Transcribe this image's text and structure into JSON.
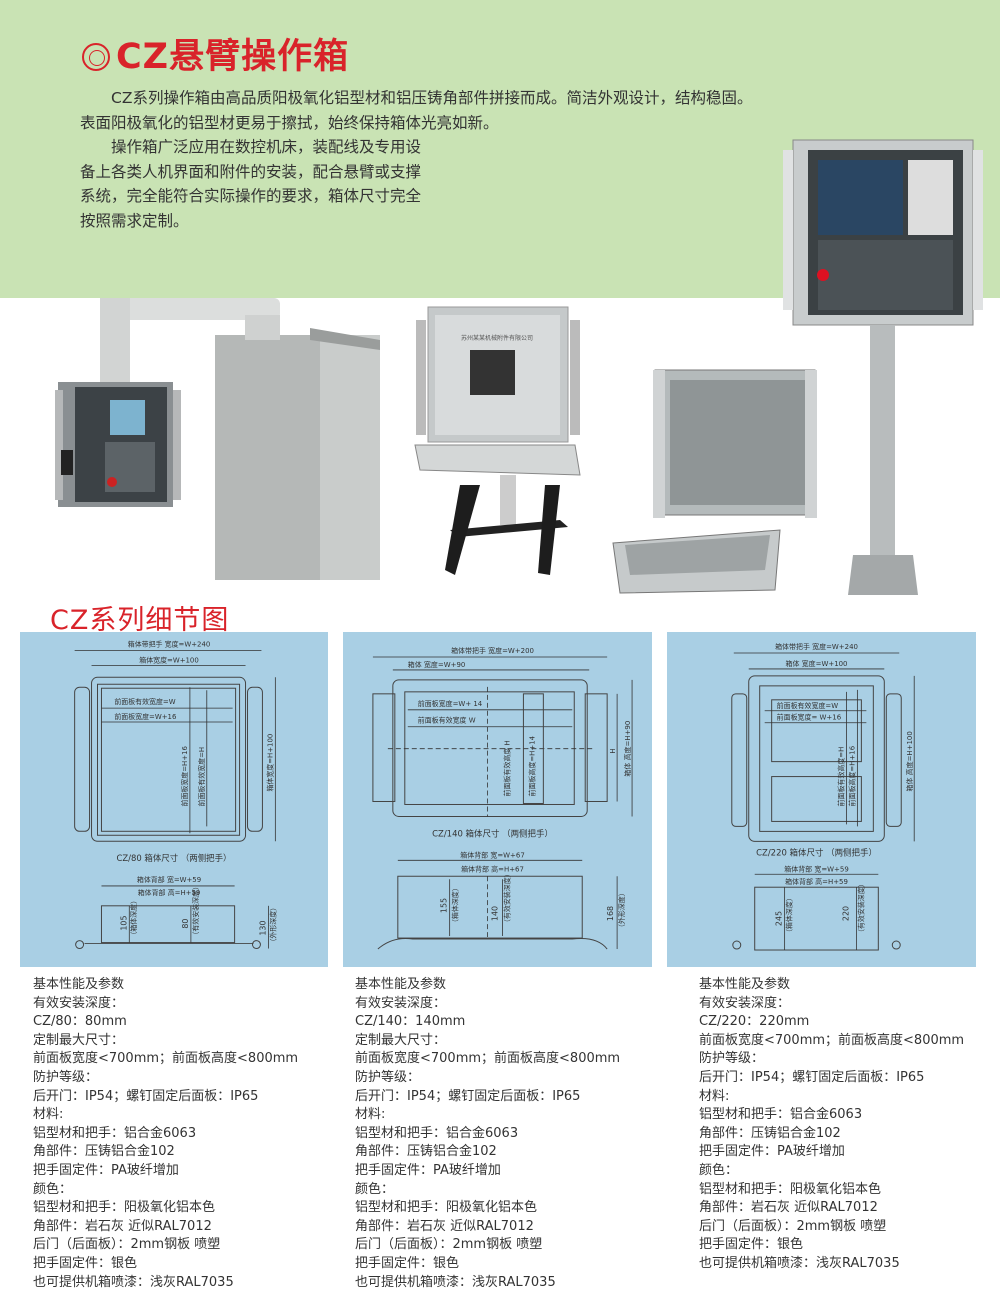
{
  "header": {
    "title": "CZ悬臂操作箱",
    "intro": [
      "CZ系列操作箱由高品质阳极氧化铝型材和铝压铸角部件拼接而成。简洁外观设计，结构稳固。",
      "表面阳极氧化的铝型材更易于擦拭，始终保持箱体光亮如新。",
      "操作箱广泛应用在数控机床，装配线及专用设",
      "备上各类人机界面和附件的安装，配合悬臂或支撑",
      "系统，完全能符合实际操作的要求，箱体尺寸完全",
      "按照需求定制。"
    ]
  },
  "photo_text": {
    "plate": "苏州某某机械附件有限公司"
  },
  "section_title": "CZ系列细节图",
  "diagrams": [
    {
      "w_handle": "箱体带把手 宽度=W+240",
      "w_box": "箱体宽度=W+100",
      "w_eff": "前面板有效宽度=W",
      "w_panel": "前面板宽度=W+16",
      "h_panel": "前面板宽度=H+16",
      "h_eff": "前面板有效宽度=H",
      "h_box": "箱体宽度=H+100",
      "caption": "CZ/80 箱体尺寸 （两侧把手）",
      "back_w": "箱体背部 宽=W+59",
      "back_h": "箱体背部 高=H+59",
      "d1": "105",
      "d1_label": "（箱体深度）",
      "d2": "80",
      "d2_label": "（有效安装深度）",
      "d3": "130",
      "d3_label": "（外形深度）"
    },
    {
      "w_handle": "箱体带把手 宽度=W+200",
      "w_box": "箱体 宽度=W+90",
      "w_panel": "前面板宽度=W+ 14",
      "w_eff": "前面板有效宽度 W",
      "h_eff": "前面板有效高度 H",
      "h_panel": "前面板高度=H+14",
      "h": "H",
      "h_box": "箱体 高度=H+90",
      "caption": "CZ/140 箱体尺寸 （两侧把手）",
      "back_w": "箱体背部 宽=W+67",
      "back_h": "箱体背部 高=H+67",
      "d1": "155",
      "d1_label": "（箱体深度）",
      "d2": "140",
      "d2_label": "（有效安装深度）",
      "d3": "168",
      "d3_label": "（外形深度）"
    },
    {
      "w_handle": "箱体带把手 宽度=W+240",
      "w_box": "箱体 宽度=W+100",
      "w_eff": "前面板有效宽度=W",
      "w_panel": "前面板宽度= W+16",
      "h_eff": "前面板有效高度=H",
      "h_panel": "前面板高度=H+16",
      "h_box": "箱体 高度=H+100",
      "caption": "CZ/220 箱体尺寸 （两侧把手）",
      "back_w": "箱体背部 宽=W+59",
      "back_h": "箱体背部 高=H+59",
      "d1": "245",
      "d1_label": "（箱体深度）",
      "d2": "220",
      "d2_label": "（有效安装深度）"
    }
  ],
  "specs": [
    [
      "基本性能及参数",
      "有效安装深度：",
      "CZ/80：80mm",
      "定制最大尺寸：",
      "前面板宽度<700mm；前面板高度<800mm",
      "防护等级：",
      "后开门：IP54；螺钉固定后面板：IP65",
      "材料:",
      "铝型材和把手：铝合金6063",
      "角部件：压铸铝合金102",
      "把手固定件：PA玻纤增加",
      "颜色：",
      "铝型材和把手：阳极氧化铝本色",
      "角部件：岩石灰 近似RAL7012",
      "后门（后面板）：2mm钢板 喷塑",
      "把手固定件：银色",
      "也可提供机箱喷漆：浅灰RAL7035"
    ],
    [
      "基本性能及参数",
      "有效安装深度：",
      "CZ/140：140mm",
      "定制最大尺寸：",
      "前面板宽度<700mm；前面板高度<800mm",
      "防护等级：",
      "后开门：IP54；螺钉固定后面板：IP65",
      "材料:",
      "铝型材和把手：铝合金6063",
      "角部件：压铸铝合金102",
      "把手固定件：PA玻纤增加",
      "颜色：",
      "铝型材和把手：阳极氧化铝本色",
      "角部件：岩石灰 近似RAL7012",
      "后门（后面板）：2mm钢板 喷塑",
      "把手固定件：银色",
      "也可提供机箱喷漆：浅灰RAL7035"
    ],
    [
      "基本性能及参数",
      "有效安装深度：",
      "CZ/220：220mm",
      "前面板宽度<700mm；前面板高度<800mm",
      "防护等级：",
      "后开门：IP54；螺钉固定后面板：IP65",
      "材料:",
      "铝型材和把手：铝合金6063",
      "角部件：压铸铝合金102",
      "把手固定件：PA玻纤增加",
      "颜色：",
      "铝型材和把手：阳极氧化铝本色",
      "角部件：岩石灰 近似RAL7012",
      "后门（后面板）：2mm钢板 喷塑",
      "把手固定件：银色",
      "也可提供机箱喷漆：浅灰RAL7035"
    ]
  ]
}
